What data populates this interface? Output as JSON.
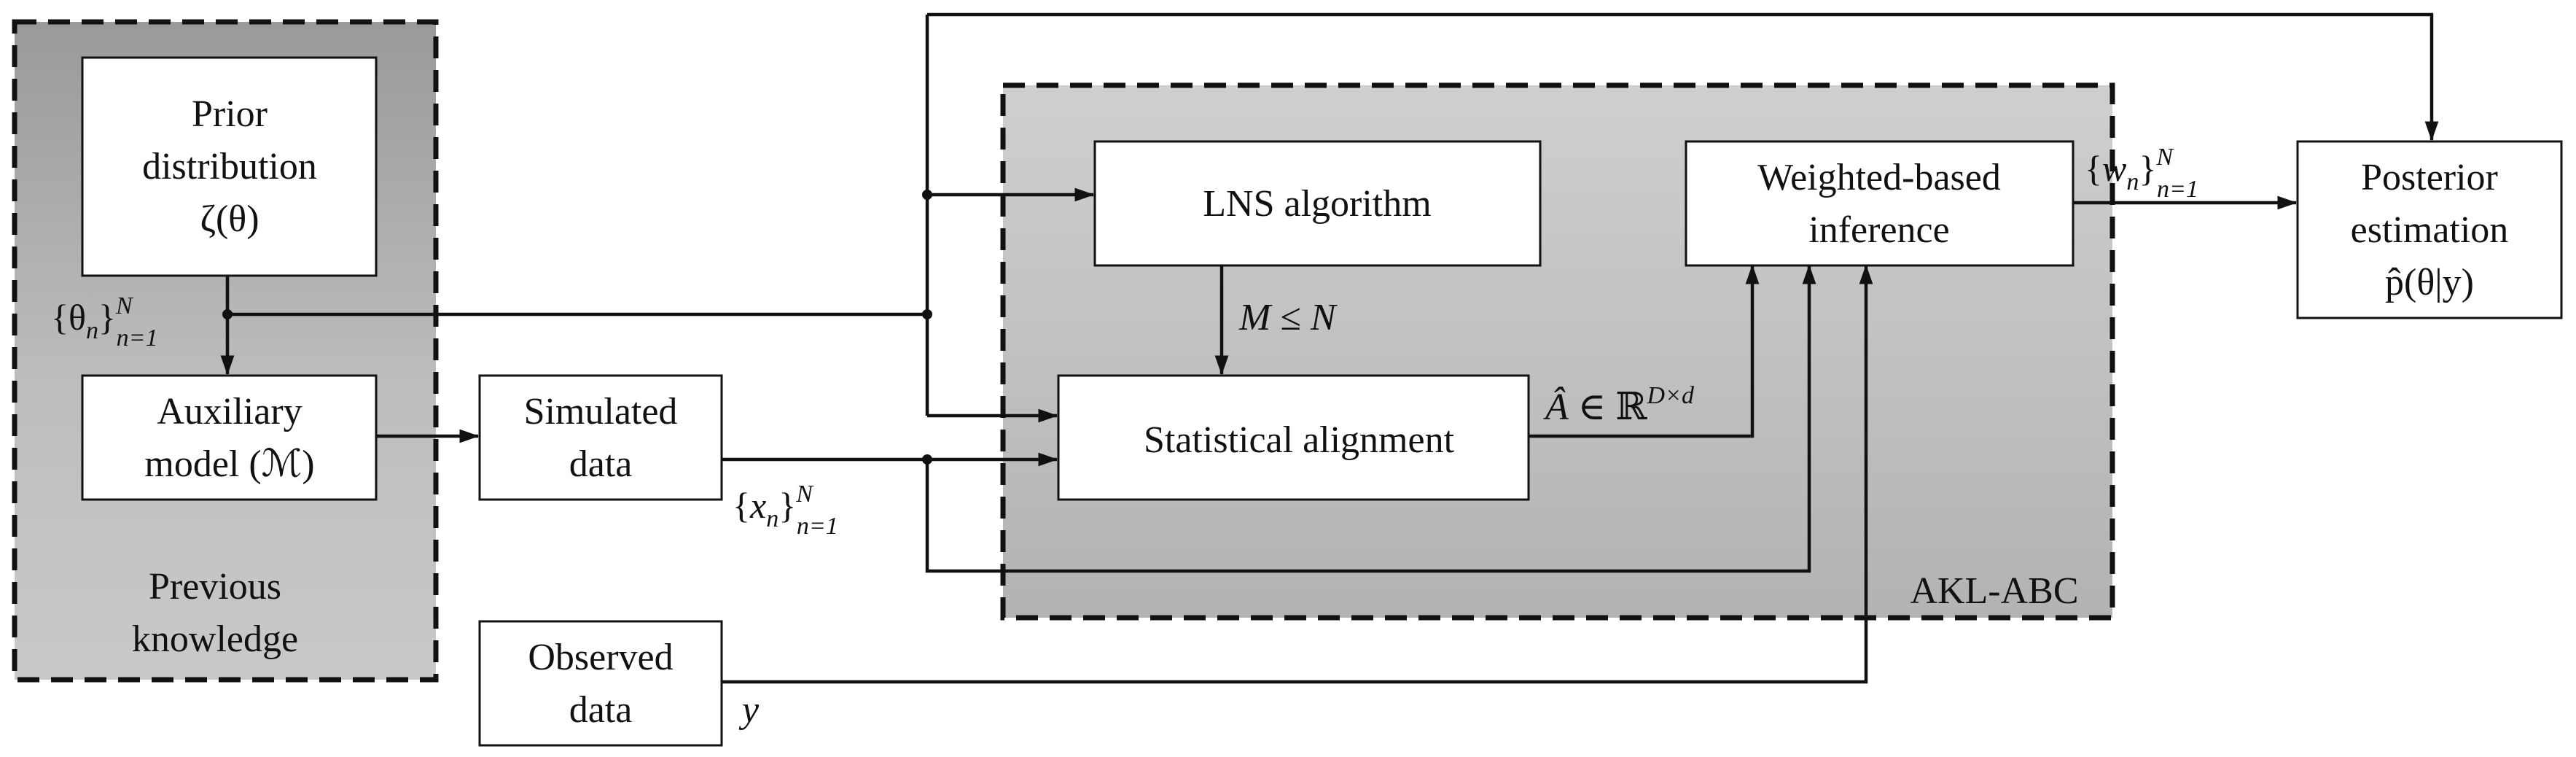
{
  "regions": {
    "previous_knowledge": "Previous\nknowledge",
    "akl_abc": "AKL-ABC"
  },
  "nodes": {
    "prior": "Prior\ndistribution\nζ(θ)",
    "auxiliary": "Auxiliary\nmodel (ℳ)",
    "simulated": "Simulated\ndata",
    "observed": "Observed\ndata",
    "lns": "LNS algorithm",
    "alignment": "Statistical alignment",
    "weighted": "Weighted-based\ninference",
    "posterior": "Posterior\nestimation\np̂(θ|y)"
  },
  "edge_labels": {
    "theta_samples": "{θn}Nn=1",
    "x_samples": "{xn}Nn=1",
    "m_le_n": "M ≤ N",
    "a_hat": "Â ∈ ℝD×d",
    "w_samples": "{wn}Nn=1",
    "y": "y"
  }
}
